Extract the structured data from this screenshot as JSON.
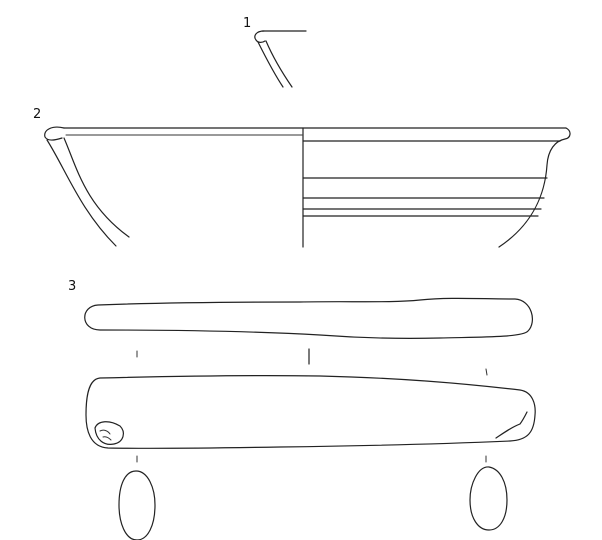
{
  "figure": {
    "labels": [
      "1",
      "2",
      "3"
    ]
  }
}
